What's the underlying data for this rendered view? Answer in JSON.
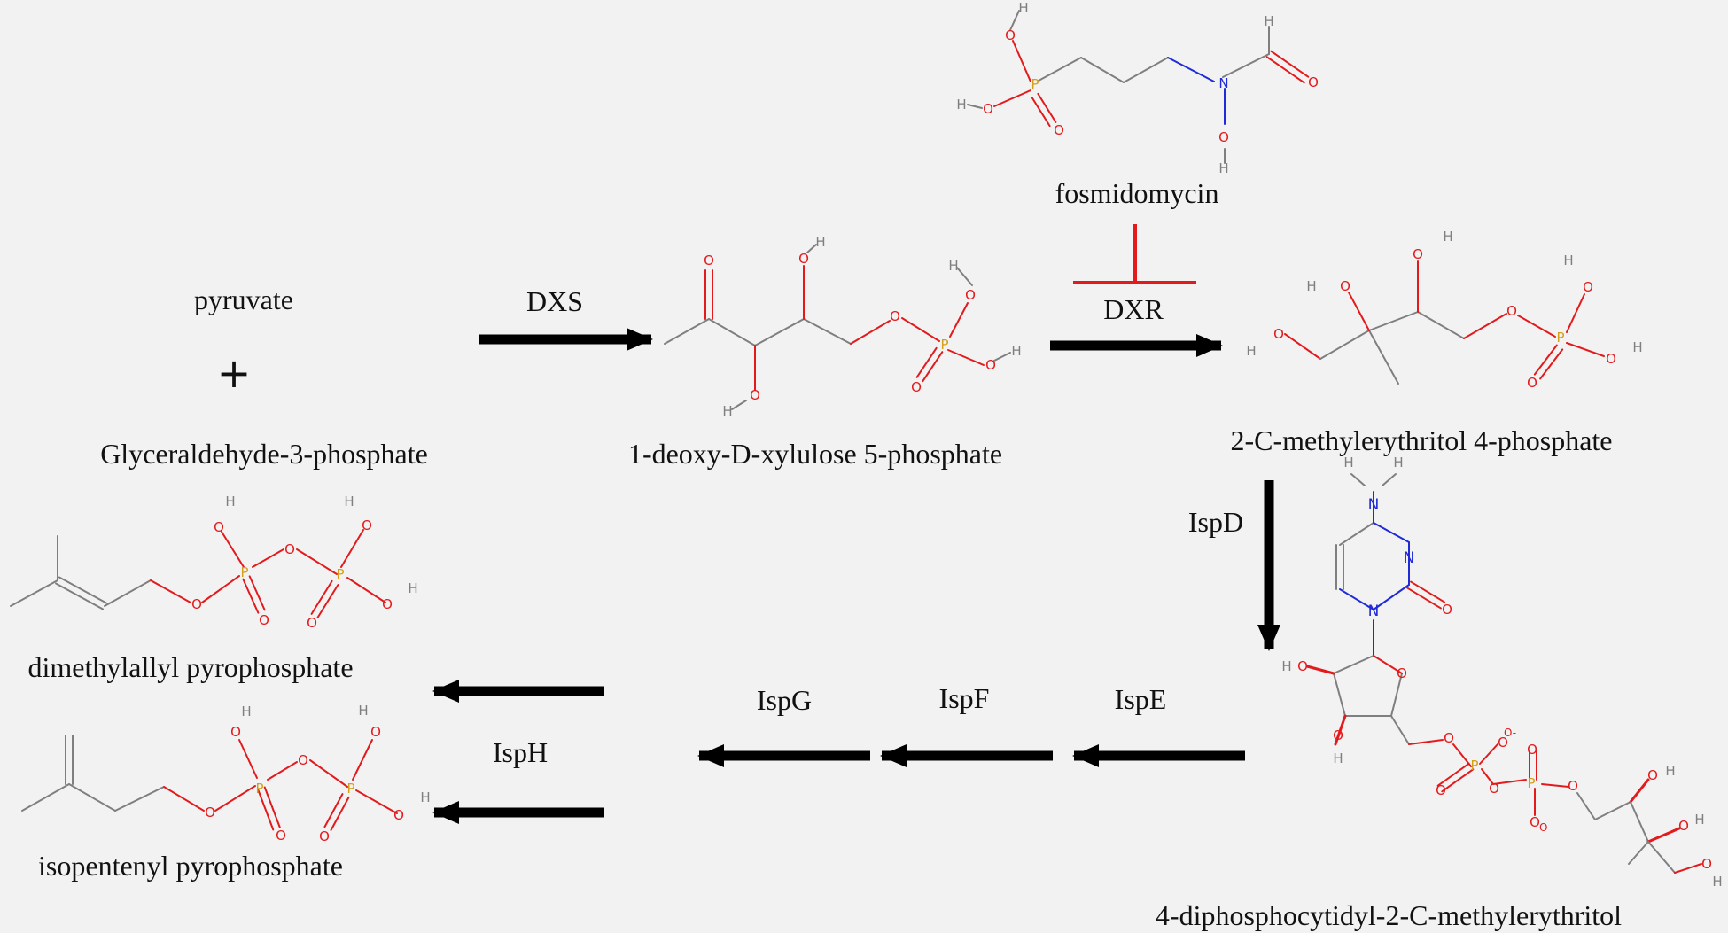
{
  "colors": {
    "background": "#f2f2f2",
    "arrow": "#000000",
    "inhibit": "#e31a1c",
    "bond": "#7f7f7f",
    "oxygen": "#e31a1c",
    "nitrogen": "#1f2ad8",
    "phosphorus": "#d4a017"
  },
  "compounds": {
    "pyruvate": "pyruvate",
    "plus": "+",
    "g3p": "Glyceraldehyde-3-phosphate",
    "dxp": "1-deoxy-D-xylulose 5-phosphate",
    "mep": "2-C-methylerythritol 4-phosphate",
    "cdp_me": "4-diphosphocytidyl-2-C-methylerythritol",
    "dmapp": "dimethylallyl pyrophosphate",
    "ipp": "isopentenyl pyrophosphate",
    "fosmidomycin": "fosmidomycin"
  },
  "enzymes": {
    "dxs": "DXS",
    "dxr": "DXR",
    "ispd": "IspD",
    "ispe": "IspE",
    "ispf": "IspF",
    "ispg": "IspG",
    "isph": "IspH"
  },
  "atoms": {
    "O": "O",
    "H": "H",
    "P": "P",
    "N": "N",
    "O_minus": "O-"
  }
}
